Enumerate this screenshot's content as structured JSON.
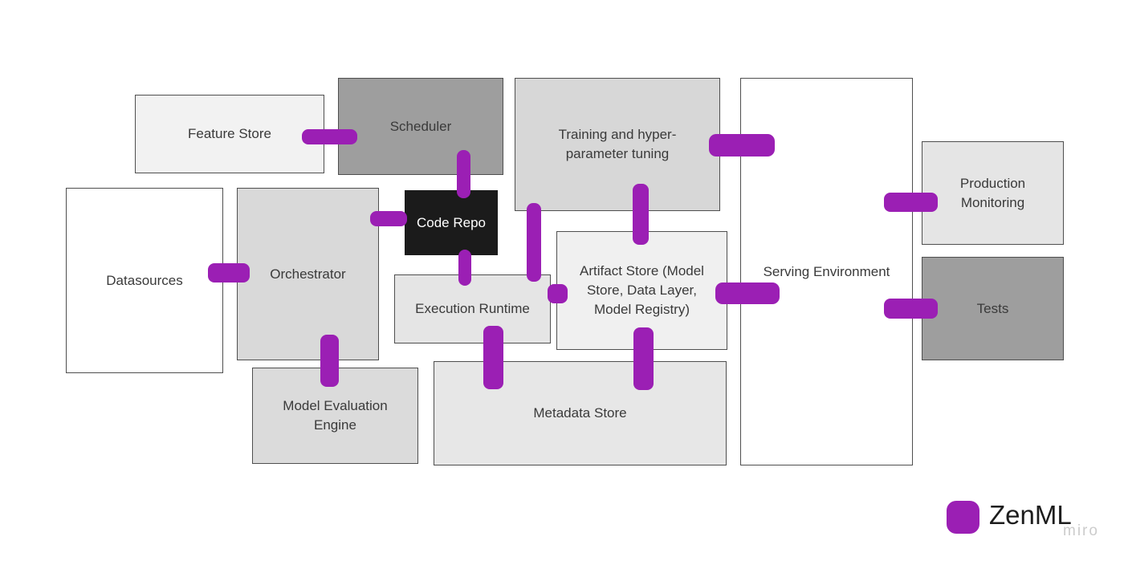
{
  "colors": {
    "background": "#ffffff",
    "accent_purple": "#9b1fb4",
    "box_border": "#4f4f4f",
    "label_text": "#3a3a3a",
    "dark_gray_fill": "#9e9e9e",
    "black_fill": "#1b1b1b"
  },
  "nodes": [
    {
      "id": "feature-store",
      "label": "Feature Store",
      "fill": "#f2f2f2"
    },
    {
      "id": "scheduler",
      "label": "Scheduler",
      "fill": "#9e9e9e"
    },
    {
      "id": "training",
      "label": "Training and hyper-\nparameter tuning",
      "fill": "#d7d7d7"
    },
    {
      "id": "serving-environment",
      "label": "Serving Environment",
      "fill": "#ffffff"
    },
    {
      "id": "production-monitoring",
      "label": "Production\nMonitoring",
      "fill": "#e5e5e5"
    },
    {
      "id": "tests",
      "label": "Tests",
      "fill": "#9e9e9e"
    },
    {
      "id": "datasources",
      "label": "Datasources",
      "fill": "#ffffff"
    },
    {
      "id": "orchestrator",
      "label": "Orchestrator",
      "fill": "#d9d9d9"
    },
    {
      "id": "code-repo",
      "label": "Code Repo",
      "fill": "#1b1b1b",
      "text_color": "#ffffff"
    },
    {
      "id": "execution-runtime",
      "label": "Execution Runtime",
      "fill": "#e5e5e5"
    },
    {
      "id": "artifact-store",
      "label": "Artifact Store (Model\nStore, Data Layer,\nModel Registry)",
      "fill": "#f0f0f0"
    },
    {
      "id": "model-evaluation-engine",
      "label": "Model Evaluation\nEngine",
      "fill": "#dbdbdb"
    },
    {
      "id": "metadata-store",
      "label": "Metadata Store",
      "fill": "#e7e7e7"
    }
  ],
  "edges": [
    {
      "from": "feature-store",
      "to": "scheduler"
    },
    {
      "from": "scheduler",
      "to": "code-repo"
    },
    {
      "from": "datasources",
      "to": "orchestrator"
    },
    {
      "from": "orchestrator",
      "to": "code-repo"
    },
    {
      "from": "code-repo",
      "to": "execution-runtime"
    },
    {
      "from": "training",
      "to": "execution-runtime"
    },
    {
      "from": "execution-runtime",
      "to": "artifact-store"
    },
    {
      "from": "training",
      "to": "artifact-store"
    },
    {
      "from": "training",
      "to": "serving-environment"
    },
    {
      "from": "artifact-store",
      "to": "serving-environment"
    },
    {
      "from": "serving-environment",
      "to": "production-monitoring"
    },
    {
      "from": "serving-environment",
      "to": "tests"
    },
    {
      "from": "execution-runtime",
      "to": "metadata-store"
    },
    {
      "from": "artifact-store",
      "to": "metadata-store"
    },
    {
      "from": "orchestrator",
      "to": "model-evaluation-engine"
    }
  ],
  "legend": {
    "brand": "ZenML",
    "watermark": "miro"
  }
}
